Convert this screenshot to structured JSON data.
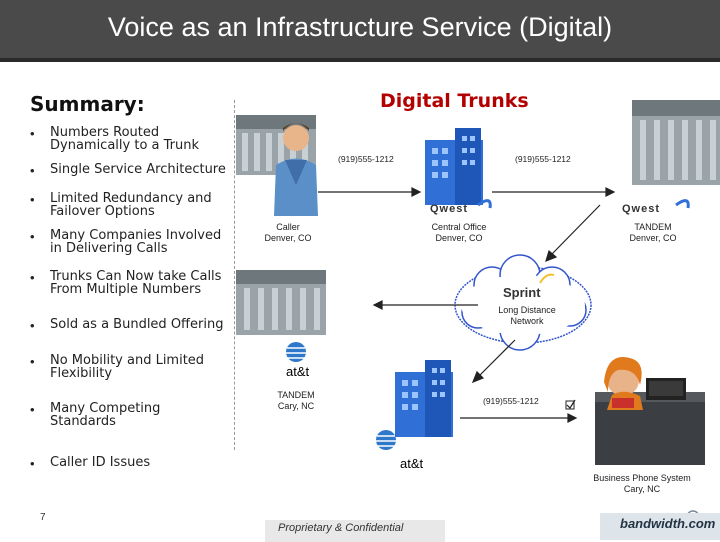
{
  "title": "Voice as an Infrastructure Service (Digital)",
  "summary": {
    "heading": "Summary:",
    "items": [
      "Numbers Routed Dynamically to a Trunk",
      "Single Service Architecture",
      "Limited Redundancy and Failover Options",
      "Many Companies Involved in Delivering Calls",
      "Trunks Can Now take Calls From Multiple Numbers",
      "Sold as a Bundled Offering",
      "No Mobility and Limited Flexibility",
      "Many Competing Standards",
      "Caller ID Issues"
    ]
  },
  "diagram": {
    "heading": "Digital Trunks",
    "caller_label": "Caller\nDenver, CO",
    "central_office_label": "Central Office\nDenver, CO",
    "tandem_co_label": "TANDEM\nDenver, CO",
    "long_distance_label": "Long Distance\nNetwork",
    "tandem_nc_label": "TANDEM\nCary, NC",
    "business_label": "Business Phone System\nCary, NC",
    "phone_left": "(919)555-1212",
    "phone_right": "(919)555-1212",
    "phone_bottom": "(919)555-1212",
    "qwest_1": "Qwest",
    "qwest_2": "Qwest",
    "sprint": "Sprint",
    "att_1": "at&t",
    "att_2": "at&t"
  },
  "footer": {
    "page_number": "7",
    "confidential": "Proprietary & Confidential",
    "logo": "bandwidth.com"
  },
  "colors": {
    "title_bar": "#4a4a4a",
    "heading_red": "#b30000",
    "building_blue": "#2f6fd6",
    "cloud_blue": "#3355cc"
  }
}
